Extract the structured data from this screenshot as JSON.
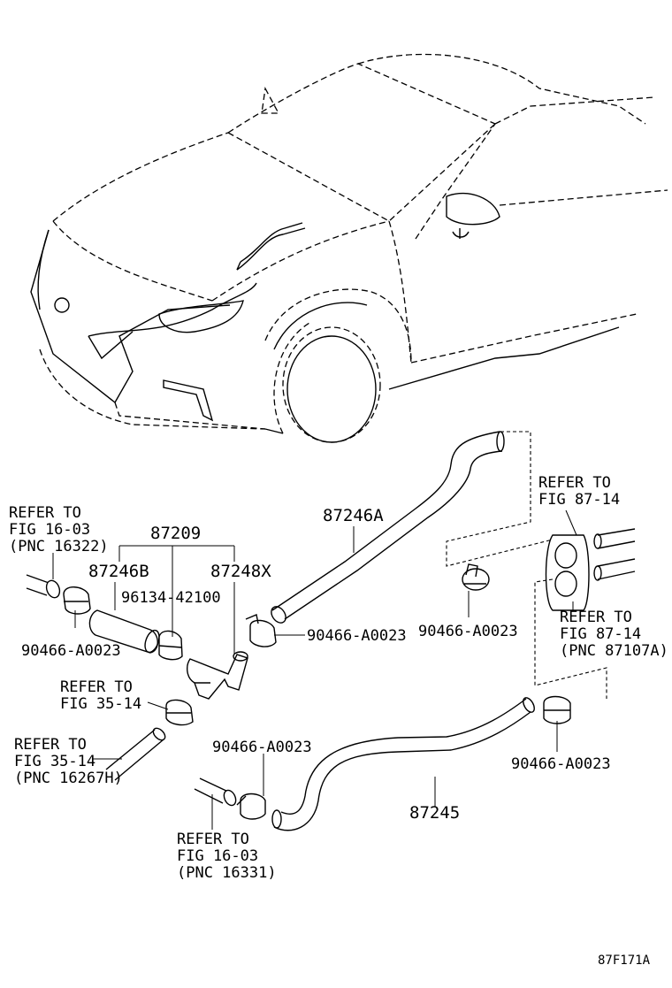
{
  "labels": {
    "refer_16322": [
      "REFER TO",
      "FIG 16-03",
      "(PNC 16322)"
    ],
    "assembly": "87209",
    "hose_87246b": "87246B",
    "hose_87248x": "87248X",
    "clip_96134": "96134-42100",
    "clamp_left": "90466-A0023",
    "hose_87246a": "87246A",
    "clamp_mid": "90466-A0023",
    "refer_fig8714_top": [
      "REFER TO",
      "FIG 87-14"
    ],
    "clamp_right_top": "90466-A0023",
    "refer_87107a": [
      "REFER TO",
      "FIG 87-14",
      "(PNC 87107A)"
    ],
    "refer_fig3514": [
      "REFER TO",
      "FIG 35-14"
    ],
    "refer_16267h": [
      "REFER TO",
      "FIG 35-14",
      "(PNC 16267H)"
    ],
    "clamp_lower": "90466-A0023",
    "refer_16331": [
      "REFER TO",
      "FIG 16-03",
      "(PNC 16331)"
    ],
    "hose_87245": "87245",
    "clamp_right_bottom": "90466-A0023",
    "figure_code": "87F171A"
  }
}
